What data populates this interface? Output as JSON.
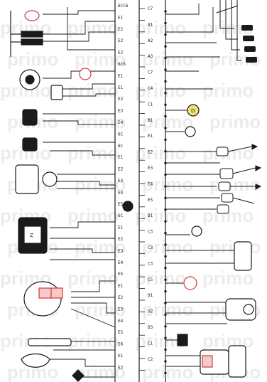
{
  "watermark_text": "primo",
  "left_bus_pins": [
    "6CC6",
    "E1",
    "E2",
    "E2",
    "E2",
    "6C6",
    "E1",
    "E1",
    "E2",
    "E3",
    "E4",
    "6C",
    "6C",
    "E1",
    "E2",
    "E3",
    "E4",
    "E5",
    "6C",
    "E1",
    "E2",
    "E3",
    "E4",
    "E5",
    "E1",
    "E2",
    "E3",
    "E4",
    "E5",
    "E6",
    "E1",
    "E2"
  ],
  "right_bus_pins": [
    "C7",
    "A1",
    "A2",
    "A3",
    "C7",
    "C4",
    "C1",
    "B1",
    "E1",
    "E2",
    "E3",
    "E4",
    "E5",
    "D1",
    "C3",
    "C3",
    "C3",
    "C5",
    "D1",
    "D2",
    "D3",
    "C1",
    "C2"
  ],
  "small_tags": [
    "D",
    "Z"
  ],
  "colors": {
    "line": "#1a1a1a",
    "watermark": "#ececec",
    "tag_red": "#d23a3a",
    "tag_yellow": "#f2e27a",
    "light_bg": "#f7f7f7"
  }
}
